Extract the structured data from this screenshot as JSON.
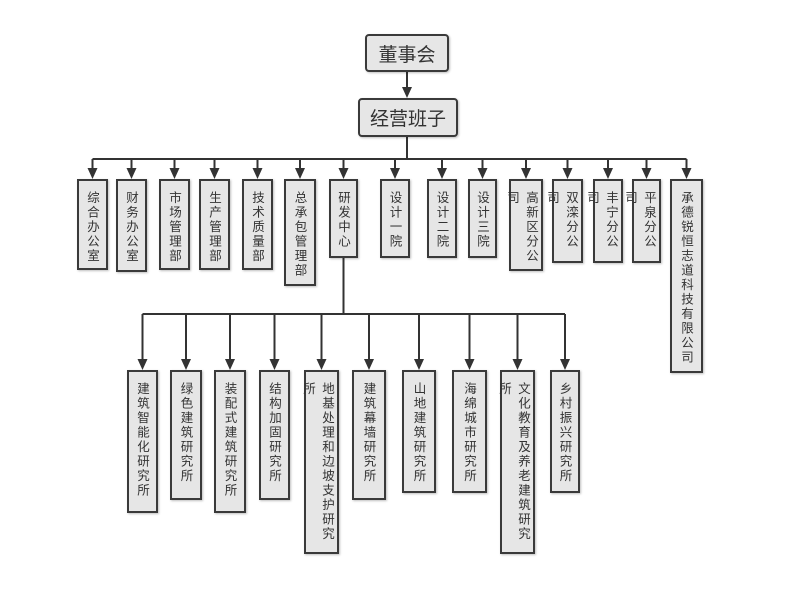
{
  "root": "董事会",
  "management": "经营班子",
  "departments": [
    "综合办公室",
    "财务办公室",
    "市场管理部",
    "生产管理部",
    "技术质量部",
    "总承包管理部",
    "研发中心",
    "设计一院",
    "设计二院",
    "设计三院",
    "高新区分公司",
    "双滦分公司",
    "丰宁分公司",
    "平泉分公司",
    "承德锐恒志道科技有限公司"
  ],
  "research_institutes": [
    "建筑智能化研究所",
    "绿色建筑研究所",
    "装配式建筑研究所",
    "结构加固研究所",
    "地基处理和边坡支护研究所",
    "建筑幕墙研究所",
    "山地建筑研究所",
    "海绵城市研究所",
    "文化教育及养老建筑研究所",
    "乡村振兴研究所"
  ],
  "colors": {
    "box_fill": "#e6e6e6",
    "line": "#333333"
  }
}
